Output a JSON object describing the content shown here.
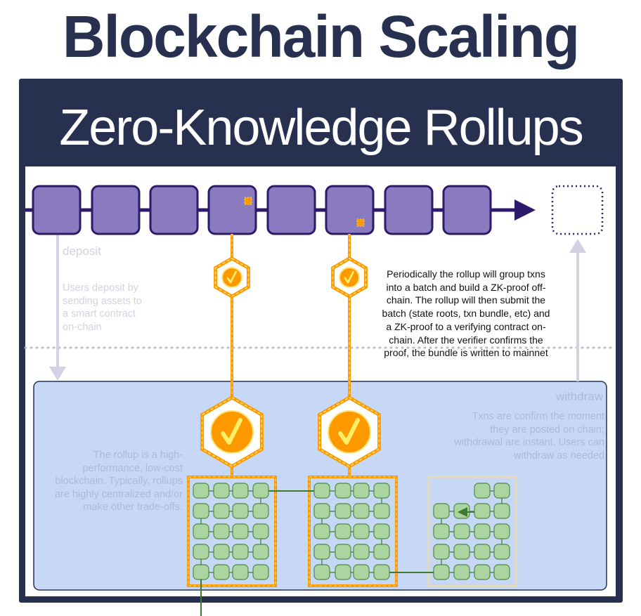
{
  "title": "Blockchain Scaling",
  "subtitle": "Zero-Knowledge Rollups",
  "deposit": {
    "label": "deposit",
    "description": "Users deposit by sending assets to a smart contract on-chain"
  },
  "withdraw": {
    "label": "withdraw",
    "description": "Txns are confirm the moment they are posted on chain; withdrawal are instant. Users can withdraw as needed"
  },
  "batch_description": "Periodically the rollup will group txns into a batch and build a ZK-proof off-chain. The rollup will then submit the batch (state roots, txn bundle, etc) and a ZK-proof to a verifying contract on-chain. After the verifier confirms the proof, the bundle is written to mainnet",
  "rollup_description": "The rollup is a high-performance, low-cost blockchain. Typically, rollups are highly centralized and/or make other trade-offs.",
  "colors": {
    "navy": "#27304f",
    "block_fill": "#8a7bc0",
    "block_stroke": "#2e1a6b",
    "proof": "#ff9900",
    "cell_fill": "#acd4a0",
    "cell_stroke": "#4e8a45",
    "rollup_bg": "#c6d8f5"
  },
  "icons": {
    "proof": "check-hexagon-icon"
  }
}
